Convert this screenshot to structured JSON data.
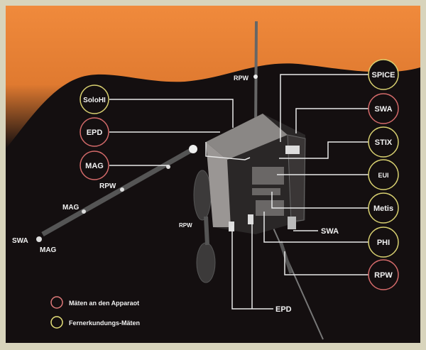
{
  "instruments_left": [
    {
      "label": "SoloHI",
      "kind": "remote"
    },
    {
      "label": "EPD",
      "kind": "in-situ"
    },
    {
      "label": "MAG",
      "kind": "in-situ"
    }
  ],
  "instruments_right": [
    {
      "label": "SPICE",
      "kind": "remote"
    },
    {
      "label": "SWA",
      "kind": "in-situ"
    },
    {
      "label": "STIX",
      "kind": "remote"
    },
    {
      "label": "EUI",
      "kind": "remote"
    },
    {
      "label": "Metis",
      "kind": "remote"
    },
    {
      "label": "PHI",
      "kind": "remote"
    },
    {
      "label": "RPW",
      "kind": "in-situ"
    }
  ],
  "callouts": {
    "rpw_top": "RPW",
    "rpw_boom": "RPW",
    "mag_boom": "MAG",
    "swa_boom_tip": "SWA",
    "mag_boom_tip": "MAG",
    "rpw_left": "RPW",
    "swa_bottom": "SWA",
    "epd_bottom": "EPD"
  },
  "legend": [
    {
      "label": "Mäten an den Apparaot",
      "color": "#e07a7a"
    },
    {
      "label": "Fernerkundungs-Mäten",
      "color": "#e8e27a"
    }
  ],
  "colors": {
    "in-situ": "#d46a6a",
    "remote": "#d8d070",
    "sun": "#e8823a",
    "space": "#140f10"
  }
}
